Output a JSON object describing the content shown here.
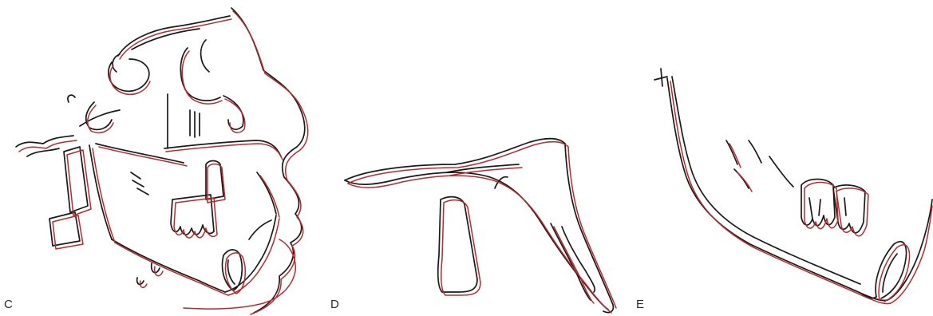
{
  "panels": [
    {
      "label": "C"
    },
    {
      "label": "D"
    },
    {
      "label": "E"
    }
  ],
  "colors": {
    "pre_treatment_tracing": "#1a1a1a",
    "post_treatment_tracing": "#c0262a",
    "background": "#ffffff"
  }
}
